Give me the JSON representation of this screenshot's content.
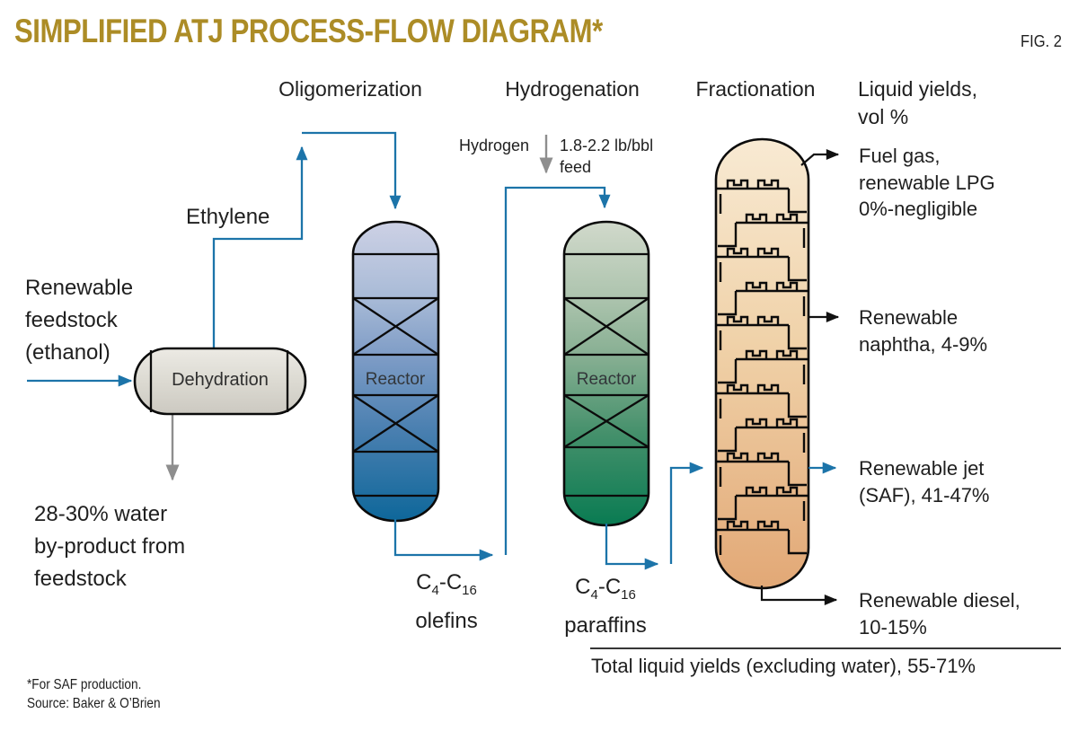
{
  "figure": {
    "title": "SIMPLIFIED ATJ PROCESS-FLOW DIAGRAM*",
    "fig_label": "FIG. 2"
  },
  "stage_headers": {
    "oligomerization": "Oligomerization",
    "hydrogenation": "Hydrogenation",
    "fractionation": "Fractionation",
    "liquid_yields_l1": "Liquid yields,",
    "liquid_yields_l2": "vol %"
  },
  "feedstock": {
    "l1": "Renewable",
    "l2": "feedstock",
    "l3": "(ethanol)"
  },
  "dehydration_label": "Dehydration",
  "ethylene_label": "Ethylene",
  "water_byproduct": {
    "l1": "28-30% water",
    "l2": "by-product from",
    "l3": "feedstock"
  },
  "hydrogen_feed": {
    "label": "Hydrogen",
    "rate_l1": "1.8-2.2 lb/bbl",
    "rate_l2": "feed"
  },
  "reactor_labels": {
    "oligomerization": "Reactor",
    "hydrogenation": "Reactor"
  },
  "streams": {
    "olefins": {
      "p1": "C",
      "sub1": "4",
      "p2": "-C",
      "sub2": "16",
      "word": "olefins"
    },
    "paraffins": {
      "p1": "C",
      "sub1": "4",
      "p2": "-C",
      "sub2": "16",
      "word": "paraffins"
    }
  },
  "liquid_yields": {
    "fuel_gas": {
      "l1": "Fuel gas,",
      "l2": "renewable LPG",
      "l3": "0%-negligible"
    },
    "naphtha": {
      "l1": "Renewable",
      "l2": "naphtha, 4-9%"
    },
    "jet": {
      "l1": "Renewable jet",
      "l2": "(SAF), 41-47%"
    },
    "diesel": {
      "l1": "Renewable diesel,",
      "l2": "10-15%"
    },
    "total": "Total liquid yields (excluding water), 55-71%"
  },
  "footnotes": {
    "note": "*For SAF production.",
    "source": "Source: Baker & O’Brien"
  },
  "colors": {
    "title_gold": "#ac8c26",
    "flow_blue": "#1c74a9",
    "arrow_gray": "#8e8e8e",
    "ink": "#1f1f1f",
    "reactor_blue_deep": "#0e679a",
    "reactor_green_deep": "#097b52",
    "column_tan": "#e8b687",
    "vessel_gray": "#dcdad2"
  }
}
